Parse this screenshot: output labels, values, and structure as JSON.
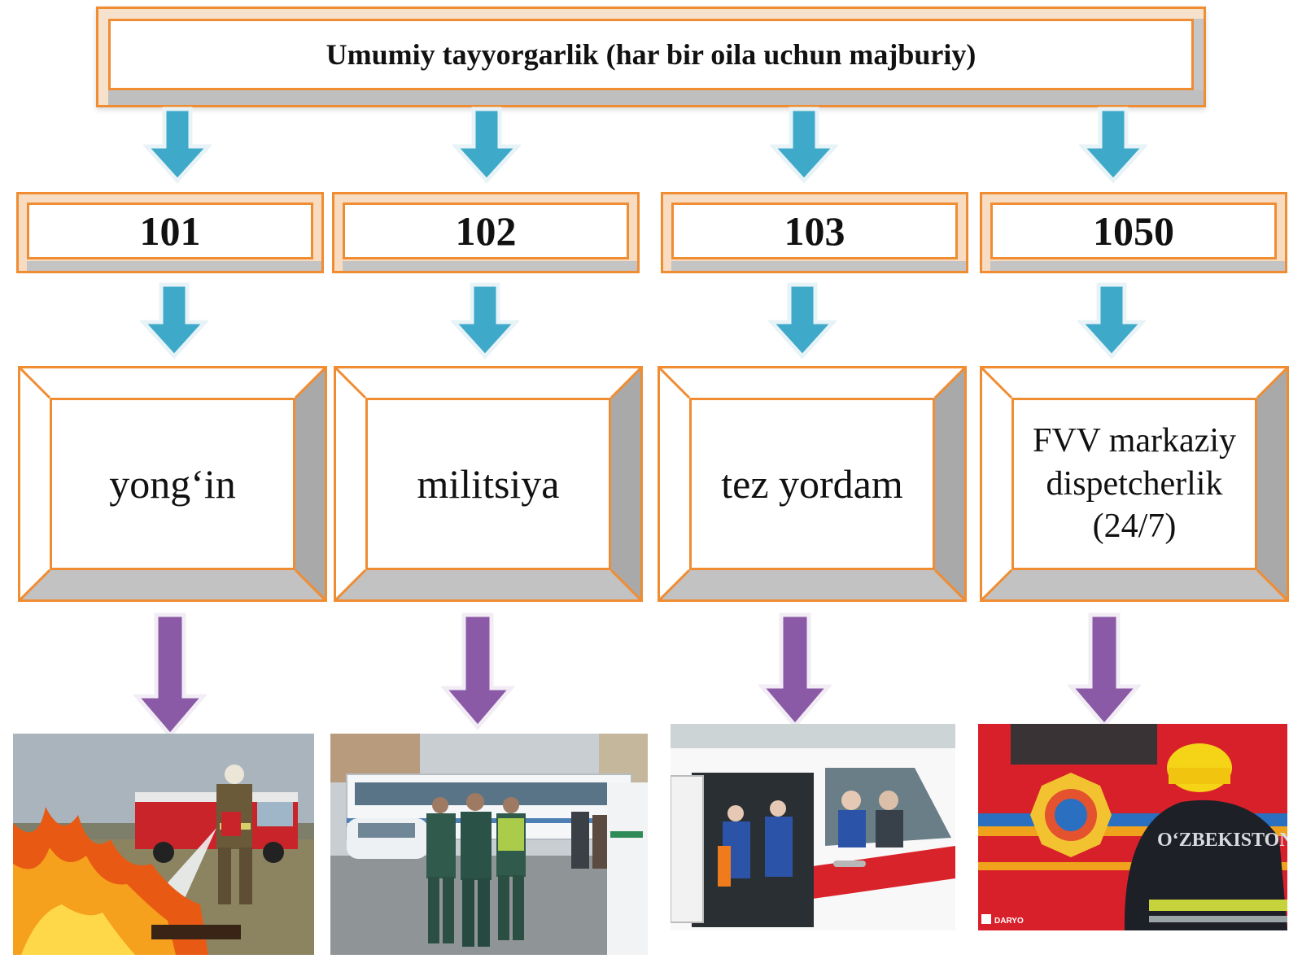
{
  "title": "Umumiy tayyorgarlik (har bir oila uchun majburiy)",
  "numbers": [
    "101",
    "102",
    "103",
    "1050"
  ],
  "services": [
    {
      "label": "yong‘in"
    },
    {
      "label": "militsiya"
    },
    {
      "label": "tez yordam"
    },
    {
      "label": "FVV markaziy dispetcherlik (24/7)"
    }
  ],
  "photo_texts": {
    "fvv_jacket": "O‘ZBEKISTON FVV",
    "watermark": "DARYO"
  },
  "colors": {
    "box_border": "#f08c32",
    "blue_arrow": "#3fa9c9",
    "purple_arrow": "#8a5aa6"
  }
}
